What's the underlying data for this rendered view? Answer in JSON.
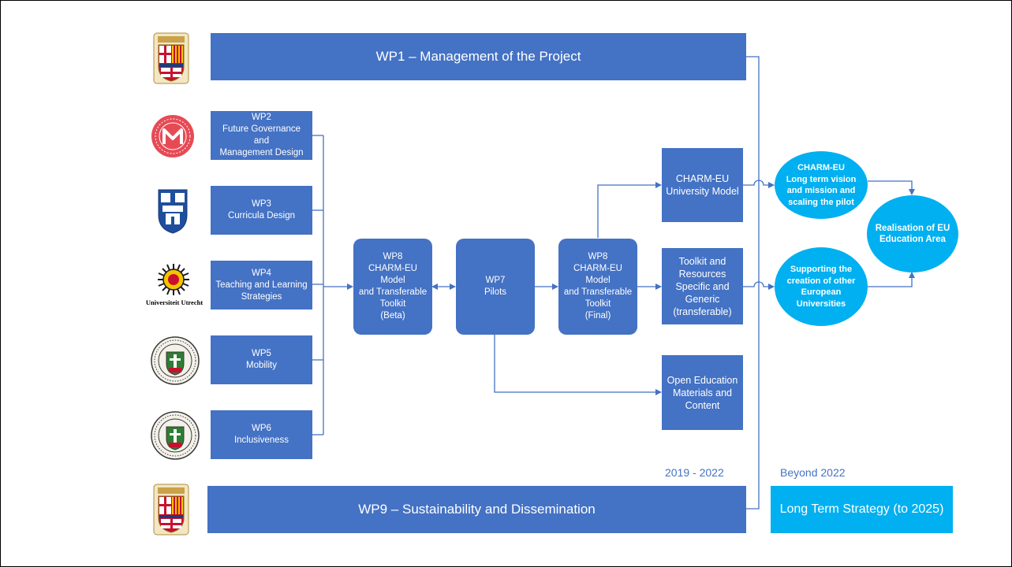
{
  "wp1": "WP1 – Management of the Project",
  "wp2": "WP2\nFuture Governance and\nManagement Design",
  "wp3": "WP3\nCurricula Design",
  "wp4": "WP4\nTeaching and Learning\nStrategies",
  "wp5": "WP5\nMobility",
  "wp6": "WP6\nInclusiveness",
  "wp8_beta": "WP8\nCHARM-EU Model\nand Transferable\nToolkit\n(Beta)",
  "wp7": "WP7\nPilots",
  "wp8_final": "WP8\nCHARM-EU Model\nand Transferable\nToolkit\n(Final)",
  "university_model": "CHARM-EU\nUniversity Model",
  "toolkit_resources": "Toolkit and\nResources\nSpecific and\nGeneric\n(transferable)",
  "open_education": "Open Education\nMaterials and\nContent",
  "wp9": "WP9 – Sustainability and Dissemination",
  "long_term_strategy": "Long Term Strategy (to 2025)",
  "period_label": "2019 - 2022",
  "beyond_label": "Beyond 2022",
  "vision_ellipse": "CHARM-EU\nLong term vision\nand mission and\nscaling the pilot",
  "supporting_ellipse": "Supporting the\ncreation of other\nEuropean\nUniversities",
  "realisation_ellipse": "Realisation of EU\nEducation Area",
  "utrecht_caption": "Universiteit Utrecht",
  "colors": {
    "box": "#4472c4",
    "ellipse": "#00b0f0"
  }
}
